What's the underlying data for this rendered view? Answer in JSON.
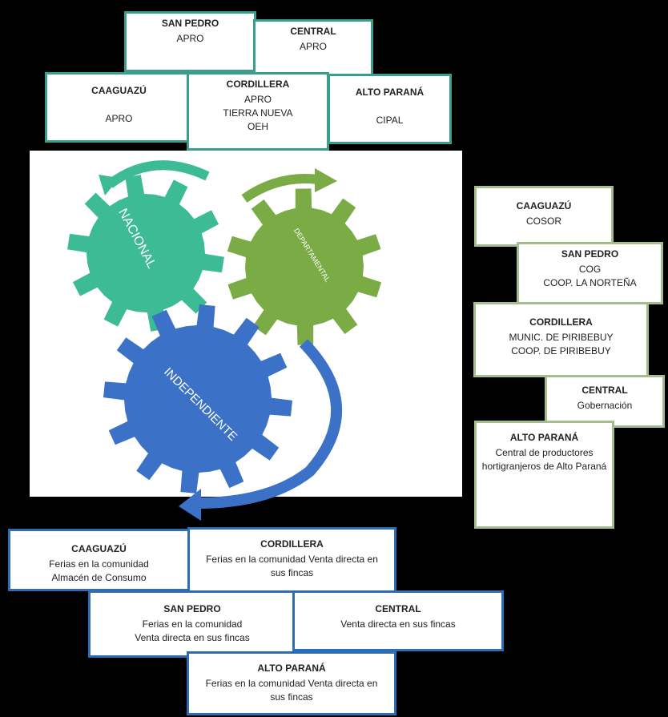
{
  "national_boxes": [
    {
      "title": "SAN PEDRO",
      "lines": [
        "APRO"
      ]
    },
    {
      "title": "CENTRAL",
      "lines": [
        "APRO"
      ]
    },
    {
      "title": "CAAGUAZÚ",
      "lines": [
        "APRO"
      ]
    },
    {
      "title": "CORDILLERA",
      "lines": [
        "APRO",
        "TIERRA NUEVA",
        "OEH"
      ]
    },
    {
      "title": "ALTO PARANÁ",
      "lines": [
        "CIPAL"
      ]
    }
  ],
  "departmental_boxes": [
    {
      "title": "CAAGUAZÚ",
      "lines": [
        "COSOR"
      ]
    },
    {
      "title": "SAN PEDRO",
      "lines": [
        "COG",
        "COOP. LA NORTEÑA"
      ]
    },
    {
      "title": "CORDILLERA",
      "lines": [
        "MUNIC. DE PIRIBEBUY",
        "COOP. DE PIRIBEBUY"
      ]
    },
    {
      "title": "CENTRAL",
      "lines": [
        "Gobernación"
      ]
    },
    {
      "title": "ALTO PARANÁ",
      "lines": [
        "Central de productores hortigranjeros de Alto Paraná"
      ]
    }
  ],
  "independent_boxes": [
    {
      "title": "CAAGUAZÚ",
      "lines": [
        "Ferias en la comunidad",
        "Almacén de Consumo"
      ]
    },
    {
      "title": "CORDILLERA",
      "lines": [
        "Ferias en la comunidad Venta directa en sus fincas"
      ]
    },
    {
      "title": "SAN PEDRO",
      "lines": [
        "Ferias en la comunidad",
        "Venta directa en sus fincas"
      ]
    },
    {
      "title": "CENTRAL",
      "lines": [
        "Venta directa en sus fincas"
      ]
    },
    {
      "title": "ALTO PARANÁ",
      "lines": [
        "Ferias en la comunidad Venta directa en sus fincas"
      ]
    }
  ],
  "gears": {
    "national": {
      "label": "NACIONAL",
      "color": "#3dbb94"
    },
    "departmental": {
      "label": "DEPARTAMENTAL",
      "color": "#7aab45"
    },
    "independent": {
      "label": "INDEPENDIENTE",
      "color": "#3b72c8"
    }
  }
}
